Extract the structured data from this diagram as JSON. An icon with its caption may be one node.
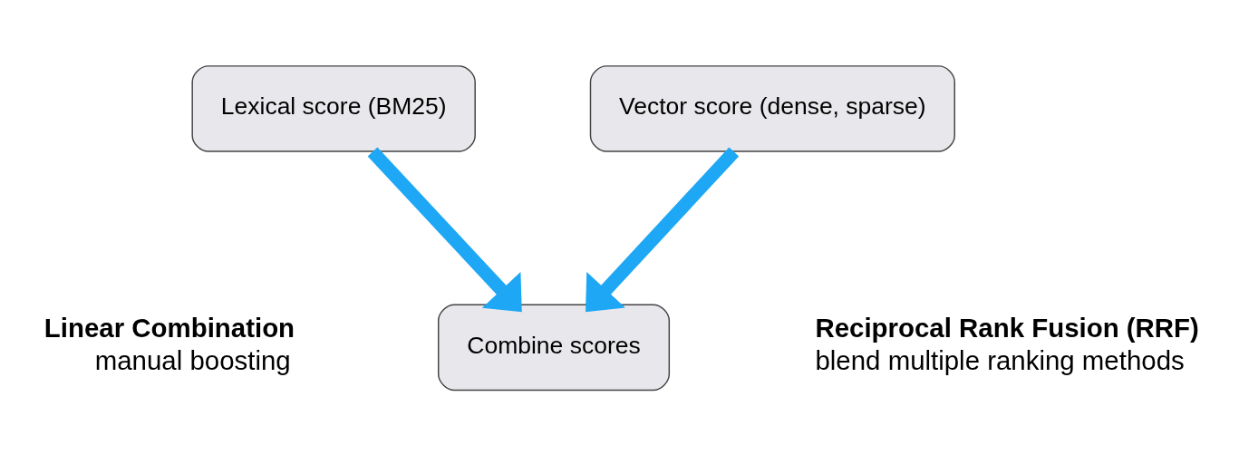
{
  "diagram": {
    "nodes": [
      {
        "text": [
          "Lexical score (BM25)"
        ]
      },
      {
        "text": [
          "Vector score (dense, sparse)"
        ]
      },
      {
        "text": [
          "Combine scores"
        ]
      }
    ],
    "edges": [
      {
        "from": 0,
        "to": 2,
        "arrow": "to",
        "color": "#1ea7f5"
      },
      {
        "from": 1,
        "to": 2,
        "arrow": "to",
        "color": "#1ea7f5"
      }
    ],
    "labels": [
      "Linear Combination",
      "manual boosting",
      "Reciprocal Rank Fusion (RRF)",
      "blend multiple ranking methods"
    ]
  }
}
